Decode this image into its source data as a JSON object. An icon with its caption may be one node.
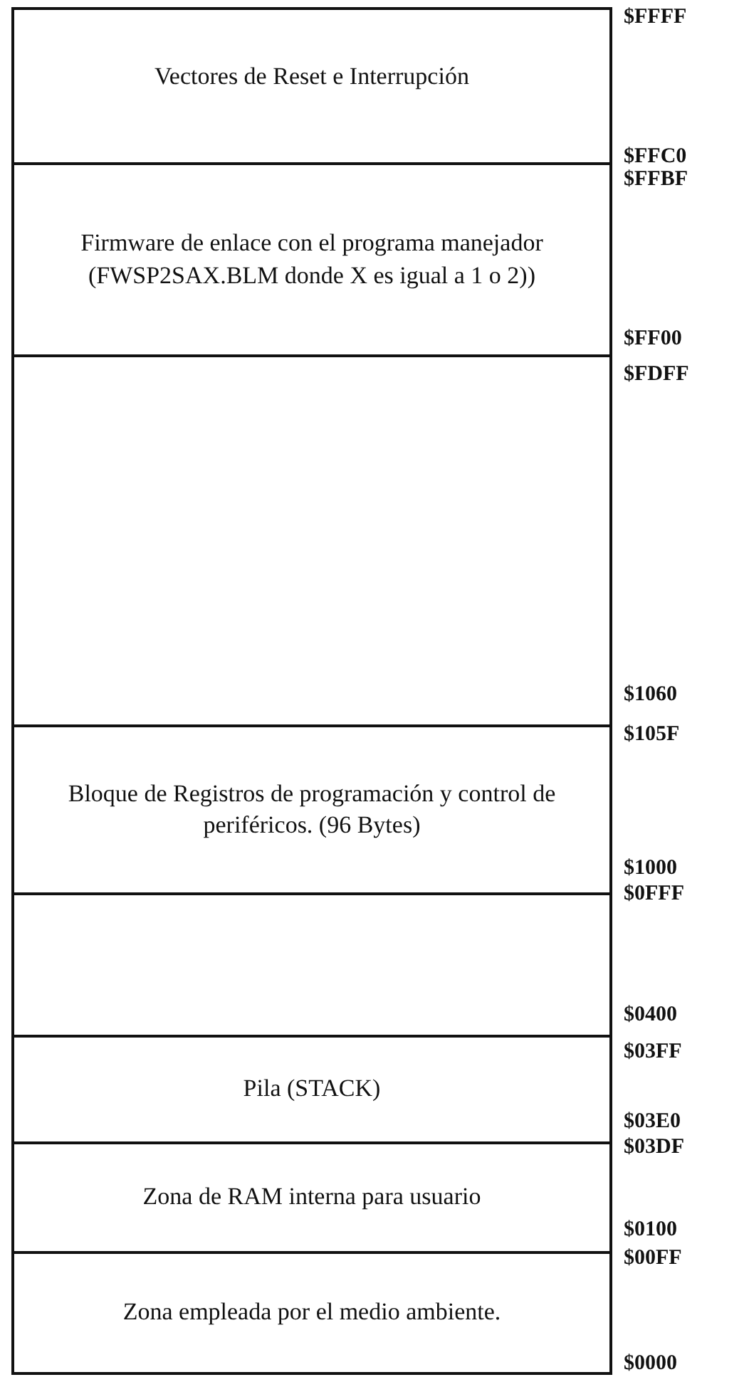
{
  "diagram": {
    "nodes": [
      {
        "text": [
          "Vectores de Reset e Interrupción"
        ]
      },
      {
        "text": [
          "Firmware de enlace con el programa manejador (FWSP2SAX.BLM donde X es igual a 1 o 2))"
        ]
      },
      {
        "text": [],
        "shape": "box"
      },
      {
        "text": [
          "Bloque de Registros de programación y control de periféricos. (96 Bytes)"
        ]
      },
      {
        "text": [],
        "shape": "box"
      },
      {
        "text": [
          "Pila (STACK)"
        ]
      },
      {
        "text": [
          "Zona de RAM interna para usuario"
        ]
      },
      {
        "text": [
          "Zona empleada por el medio ambiente."
        ]
      }
    ],
    "labels": [
      "$FFFF",
      "$FFC0",
      "$FFBF",
      "$FF00",
      "$FDFF",
      "$1060",
      "$105F",
      "$1000",
      "$0FFF",
      "$0400",
      "$03FF",
      "$03E0",
      "$03DF",
      "$0100",
      "$00FF",
      "$0000"
    ]
  }
}
